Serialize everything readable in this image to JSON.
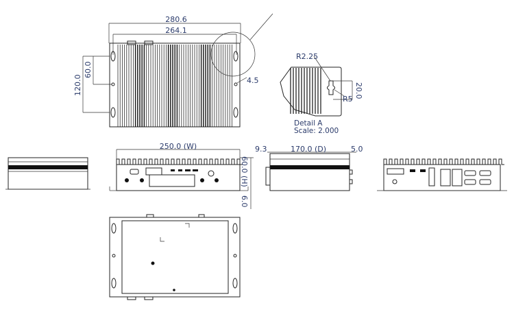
{
  "top_view": {
    "dim_overall_width": "280.6",
    "dim_hole_span": "264.1",
    "dim_height_total": "120.0",
    "dim_height_half": "60.0",
    "dim_hole_diameter": "4.5"
  },
  "detail_a": {
    "radius_small": "R2.25",
    "radius_large": "R5",
    "slot_length": "20.0",
    "title": "Detail A",
    "scale": "Scale: 2.000"
  },
  "front_view": {
    "dim_width": "250.0 (W)",
    "dim_height": "60.0 (H)",
    "dim_foot": "6.0"
  },
  "side_view": {
    "dim_front_offset": "9.3",
    "dim_depth": "170.0 (D)",
    "dim_rear_offset": "5.0"
  },
  "colors": {
    "dimension_text": "#2a3a6a",
    "line": "#222222"
  }
}
